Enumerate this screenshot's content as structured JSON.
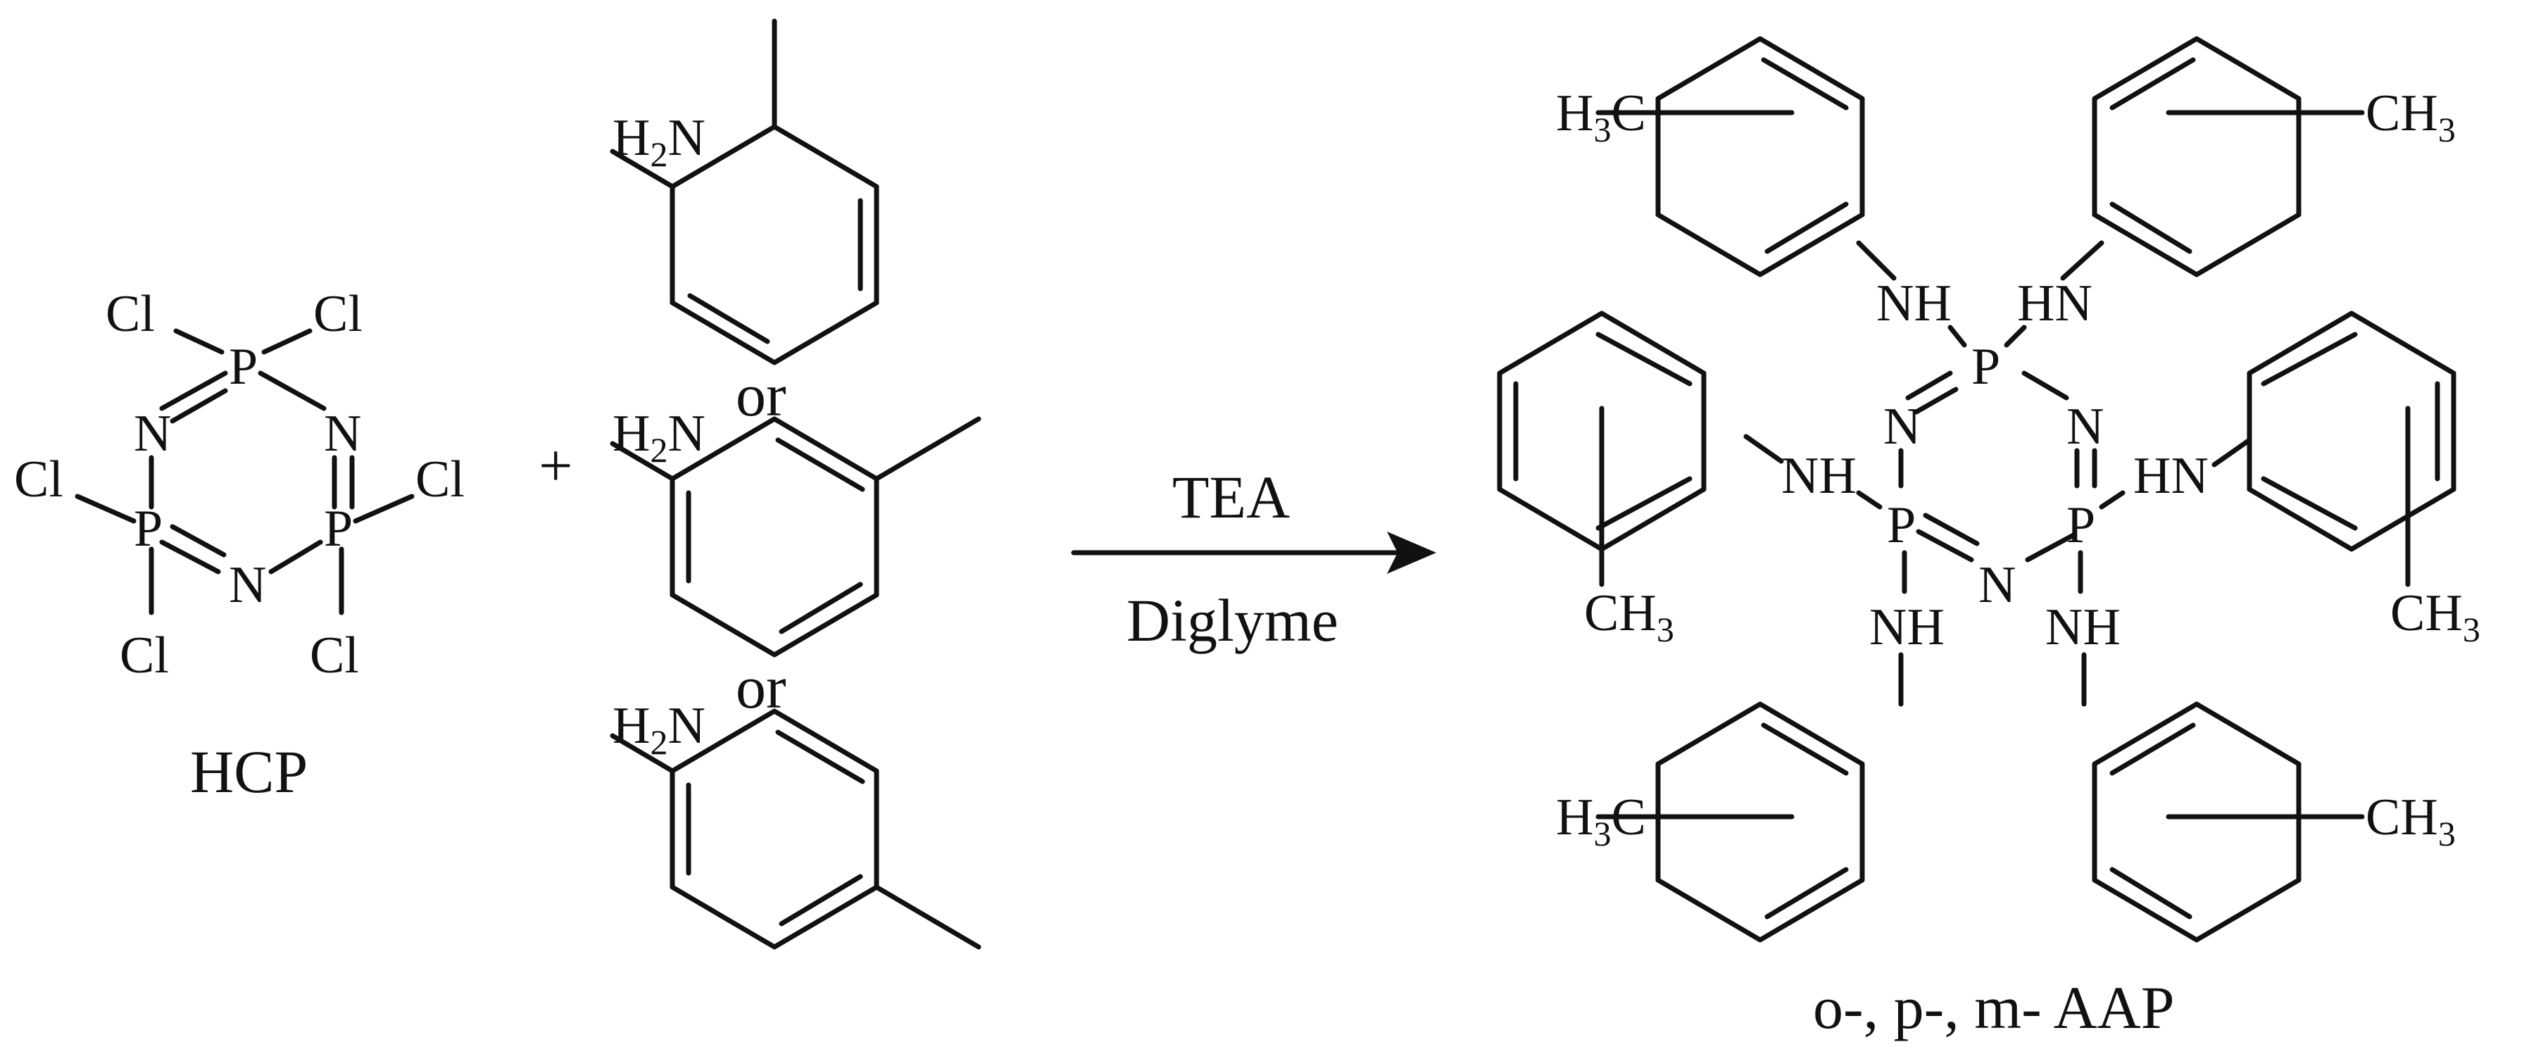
{
  "reactant": {
    "name": "HCP",
    "cl": "Cl",
    "p": "P",
    "n": "N"
  },
  "plus": "+",
  "or_words": [
    "or",
    "or"
  ],
  "amine": {
    "h": "H",
    "sub_2": "2",
    "n": "N"
  },
  "arrow": {
    "above": "TEA",
    "below": "Diglyme"
  },
  "product": {
    "name": "o-, p-, m- AAP",
    "nh": "NH",
    "hn": "HN",
    "p": "P",
    "n": "N",
    "ch": "CH",
    "c": "C",
    "h": "H",
    "sub_3": "3"
  },
  "colors": {
    "ink": "#111111",
    "background": "#ffffff"
  }
}
